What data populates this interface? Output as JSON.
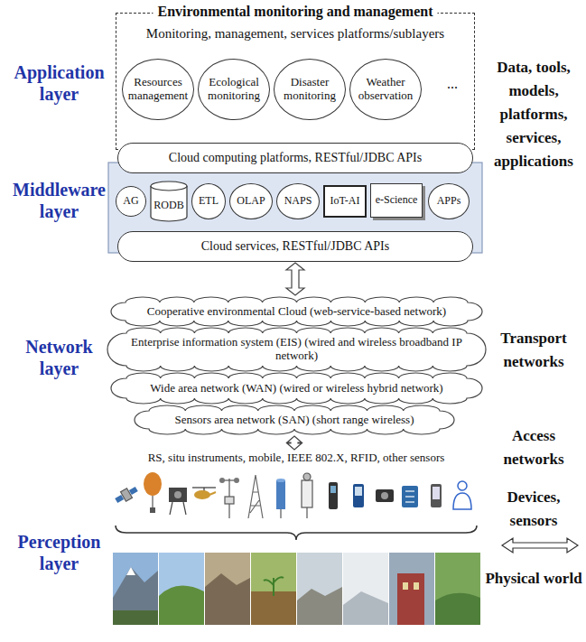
{
  "diagram": {
    "nodes": [
      {
        "text": [
          "Environmental monitoring and management",
          "Monitoring, management, services platforms/sublayers"
        ]
      },
      {
        "text": [
          "Resources management"
        ],
        "in": 0
      },
      {
        "text": [
          "Ecological monitoring"
        ],
        "in": 0
      },
      {
        "text": [
          "Disaster monitoring"
        ],
        "in": 0
      },
      {
        "text": [
          "Weather observation"
        ],
        "in": 0
      },
      {
        "text": [
          "Cloud computing platforms, RESTful/JDBC APIs"
        ]
      },
      {
        "text": [
          "AG"
        ]
      },
      {
        "text": [
          "RODB"
        ]
      },
      {
        "text": [
          "ETL"
        ]
      },
      {
        "text": [
          "OLAP"
        ]
      },
      {
        "text": [
          "NAPS"
        ]
      },
      {
        "text": [
          "IoT-AI"
        ]
      },
      {
        "text": [
          "e-Science"
        ]
      },
      {
        "text": [
          "APPs"
        ]
      },
      {
        "text": [
          "Cloud services, RESTful/JDBC APIs"
        ]
      },
      {
        "text": [
          "Cooperative environmental Cloud (web-service-based network)"
        ]
      },
      {
        "text": [
          "Enterprise information system (EIS) (wired and wireless broadband IP network)"
        ]
      },
      {
        "text": [
          "Wide area network (WAN) (wired or wireless hybrid network)"
        ]
      },
      {
        "text": [
          "Sensors area network (SAN) (short range wireless)"
        ]
      }
    ],
    "edges": [
      {
        "from": 14,
        "to": 15,
        "arrow": "both"
      }
    ],
    "labels": [
      "Application layer",
      "Data, tools, models, platforms, services, applications",
      "...",
      "Middleware layer",
      "Network layer",
      "Transport networks",
      "Access networks",
      "RS, situ instruments, mobile, IEEE 802.X, RFID, other sensors",
      "Devices, sensors",
      "Perception layer",
      "Physical world"
    ]
  }
}
